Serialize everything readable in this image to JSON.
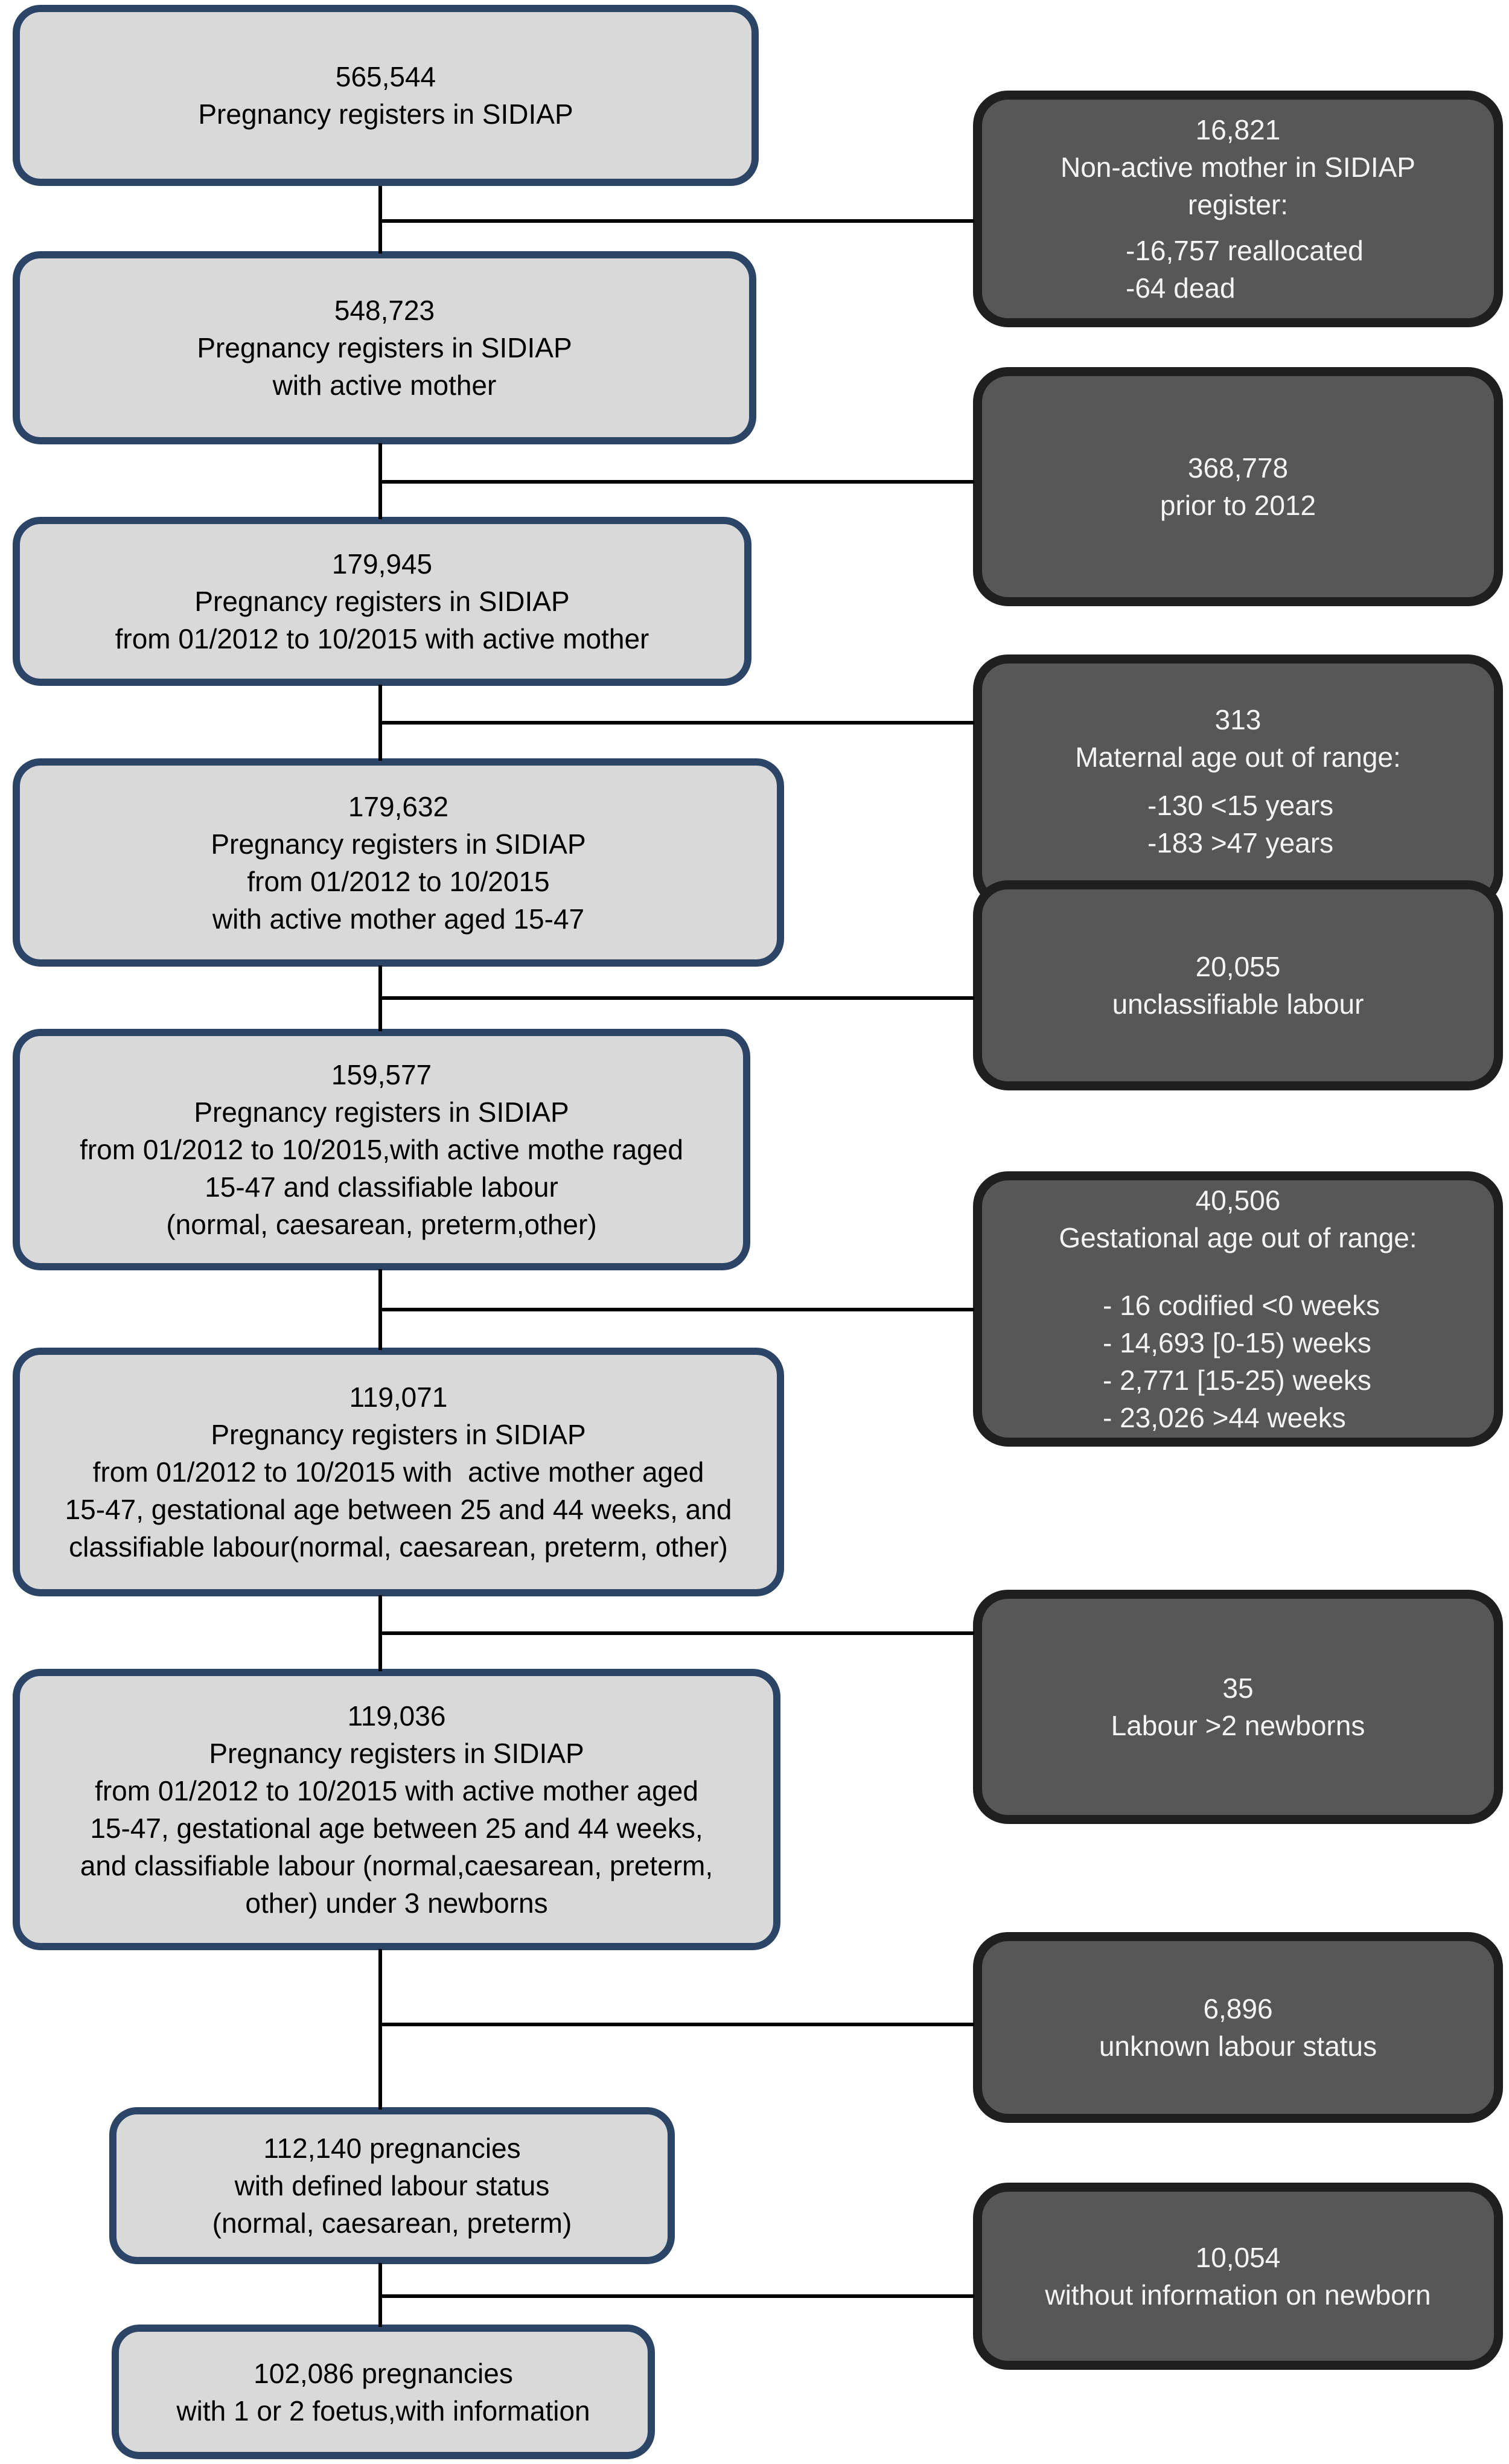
{
  "palette": {
    "background": "#ffffff",
    "inclusion_fill": "#d9d9d9",
    "inclusion_border": "#2c4566",
    "inclusion_text": "#000000",
    "exclusion_fill": "#575757",
    "exclusion_border": "#1f1f1f",
    "exclusion_text": "#f4f4f4",
    "connector_line": "#000000"
  },
  "left_boxes": [
    {
      "lines": [
        "565,544",
        "Pregnancy registers in SIDIAP"
      ]
    },
    {
      "lines": [
        "548,723",
        "Pregnancy registers in SIDIAP",
        "with active mother"
      ]
    },
    {
      "lines": [
        "179,945",
        "Pregnancy registers in SIDIAP",
        "from 01/2012 to 10/2015 with active mother"
      ]
    },
    {
      "lines": [
        "179,632",
        "Pregnancy registers in SIDIAP",
        "from 01/2012 to 10/2015",
        "with active mother aged 15-47"
      ]
    },
    {
      "lines": [
        "159,577",
        "Pregnancy registers in SIDIAP",
        "from 01/2012 to 10/2015,with active mothe raged",
        "15-47 and classifiable labour",
        "(normal, caesarean, preterm,other)"
      ]
    },
    {
      "lines": [
        "119,071",
        "Pregnancy registers in SIDIAP",
        "from 01/2012 to 10/2015 with  active mother aged",
        "15-47, gestational age between 25 and 44 weeks, and",
        "classifiable labour(normal, caesarean, preterm, other)"
      ]
    },
    {
      "lines": [
        "119,036",
        "Pregnancy registers in SIDIAP",
        "from 01/2012 to 10/2015 with active mother aged",
        "15-47, gestational age between 25 and 44 weeks,",
        "and classifiable labour (normal,caesarean, preterm,",
        "other) under 3 newborns"
      ]
    },
    {
      "lines": [
        "112,140 pregnancies",
        "with defined labour status",
        "(normal, caesarean, preterm)"
      ]
    },
    {
      "lines": [
        "102,086 pregnancies",
        "with 1 or 2 foetus,with information"
      ]
    }
  ],
  "right_boxes": [
    {
      "lines": [
        "16,821",
        "Non-active mother in SIDIAP",
        "register:"
      ],
      "list": [
        "-16,757 reallocated",
        "-64 dead"
      ]
    },
    {
      "lines": [
        "368,778",
        "prior to 2012"
      ],
      "list": []
    },
    {
      "lines": [
        "313",
        "Maternal age out of range:"
      ],
      "list": [
        "-130 <15 years",
        "-183 >47 years"
      ]
    },
    {
      "lines": [
        "20,055",
        "unclassifiable labour"
      ],
      "list": []
    },
    {
      "lines": [
        "40,506",
        "Gestational age out of range:"
      ],
      "list": [
        "- 16 codified <0 weeks",
        "- 14,693 [0-15) weeks",
        "- 2,771 [15-25) weeks",
        "- 23,026 >44 weeks"
      ]
    },
    {
      "lines": [
        "35",
        "Labour >2 newborns"
      ],
      "list": []
    },
    {
      "lines": [
        "6,896",
        "unknown labour status"
      ],
      "list": []
    },
    {
      "lines": [
        "10,054",
        "without information on newborn"
      ],
      "list": []
    }
  ]
}
